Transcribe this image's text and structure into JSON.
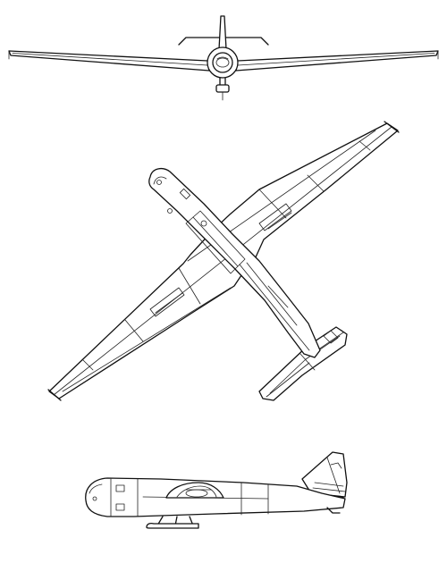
{
  "drawing": {
    "views": [
      {
        "name": "front-view"
      },
      {
        "name": "plan-view"
      },
      {
        "name": "side-view"
      }
    ],
    "line_color": "#111111",
    "background": "#ffffff"
  }
}
